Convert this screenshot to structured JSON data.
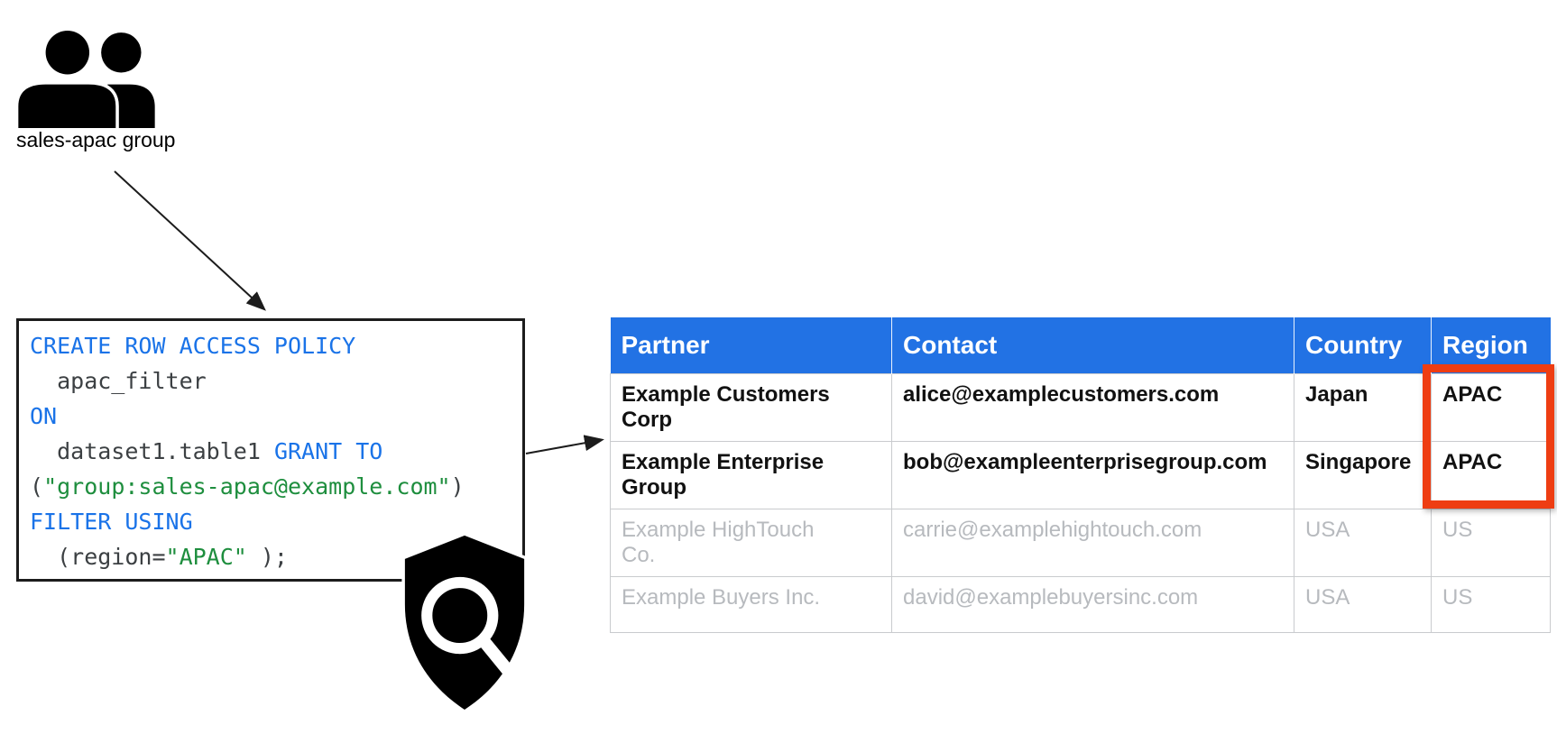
{
  "colors": {
    "header_blue": "#2272e4",
    "highlight_red": "#ee3d12",
    "keyword_blue": "#1a73e8",
    "string_green": "#1e8e3e",
    "code_gray": "#3c4043",
    "muted_gray": "#b7babe",
    "border_gray": "#c9cbce",
    "text_black": "#111111",
    "line_black": "#1c1c1c"
  },
  "group": {
    "label": "sales-apac group"
  },
  "icons": {
    "group": "group-people-icon",
    "shield": "security-shield-search-icon"
  },
  "code_box": {
    "lines": [
      [
        {
          "t": "CREATE ROW ACCESS POLICY",
          "c": "kw"
        }
      ],
      [
        {
          "t": "  apac_filter",
          "c": "pl"
        }
      ],
      [
        {
          "t": "ON",
          "c": "kw"
        }
      ],
      [
        {
          "t": "  dataset1.table1 ",
          "c": "pl"
        },
        {
          "t": "GRANT TO",
          "c": "kw"
        }
      ],
      [
        {
          "t": "(",
          "c": "pl"
        },
        {
          "t": "\"group:sales-apac@example.com\"",
          "c": "str"
        },
        {
          "t": ")",
          "c": "pl"
        }
      ],
      [
        {
          "t": "FILTER USING",
          "c": "kw"
        }
      ],
      [
        {
          "t": "  (region=",
          "c": "pl"
        },
        {
          "t": "\"APAC\"",
          "c": "str"
        },
        {
          "t": " );",
          "c": "pl"
        }
      ]
    ]
  },
  "table": {
    "headers": [
      "Partner",
      "Contact",
      "Country",
      "Region"
    ],
    "rows": [
      {
        "partner": "Example Customers Corp",
        "contact": "alice@examplecustomers.com",
        "country": "Japan",
        "region": "APAC",
        "highlighted": true
      },
      {
        "partner": "Example Enterprise Group",
        "contact": "bob@exampleenterprisegroup.com",
        "country": "Singapore",
        "region": "APAC",
        "highlighted": true
      },
      {
        "partner": "Example HighTouch Co.",
        "contact": "carrie@examplehightouch.com",
        "country": "USA",
        "region": "US",
        "highlighted": false
      },
      {
        "partner": "Example Buyers Inc.",
        "contact": "david@examplebuyersinc.com",
        "country": "USA",
        "region": "US",
        "highlighted": false
      }
    ]
  }
}
